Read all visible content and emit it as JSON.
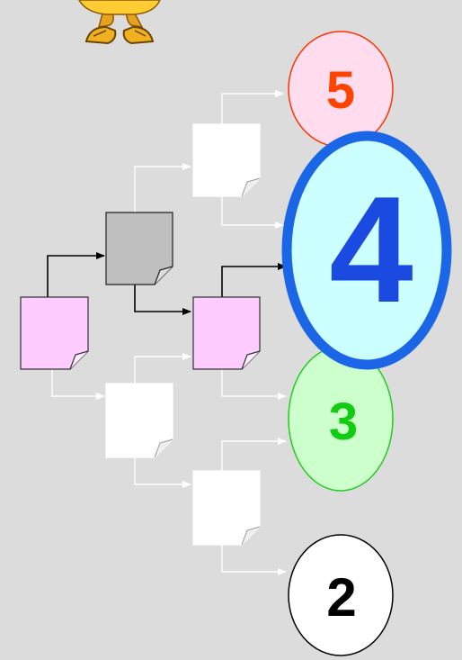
{
  "colors": {
    "background": "#dcdcdc",
    "doc_pink": "#ffccff",
    "doc_gray": "#bfbfbf",
    "doc_white": "#ffffff",
    "arrow_dark": "#000000",
    "arrow_light": "#ffffff",
    "circle5_fill": "#ffddee",
    "circle5_stroke": "#ff3300",
    "circle5_text": "#ff4400",
    "circle4_fill": "#ccffff",
    "circle4_stroke": "#1a66e6",
    "circle4_text": "#1a4ae0",
    "circle3_fill": "#ccffcc",
    "circle3_stroke": "#22cc22",
    "circle3_text": "#11cc11",
    "circle2_fill": "#ffffff",
    "circle2_stroke": "#000000",
    "circle2_text": "#000000"
  },
  "mascot": {
    "icon": "cartoon-character-feet-icon"
  },
  "labels": {
    "five": "5",
    "four": "4",
    "three": "3",
    "two": "2"
  }
}
